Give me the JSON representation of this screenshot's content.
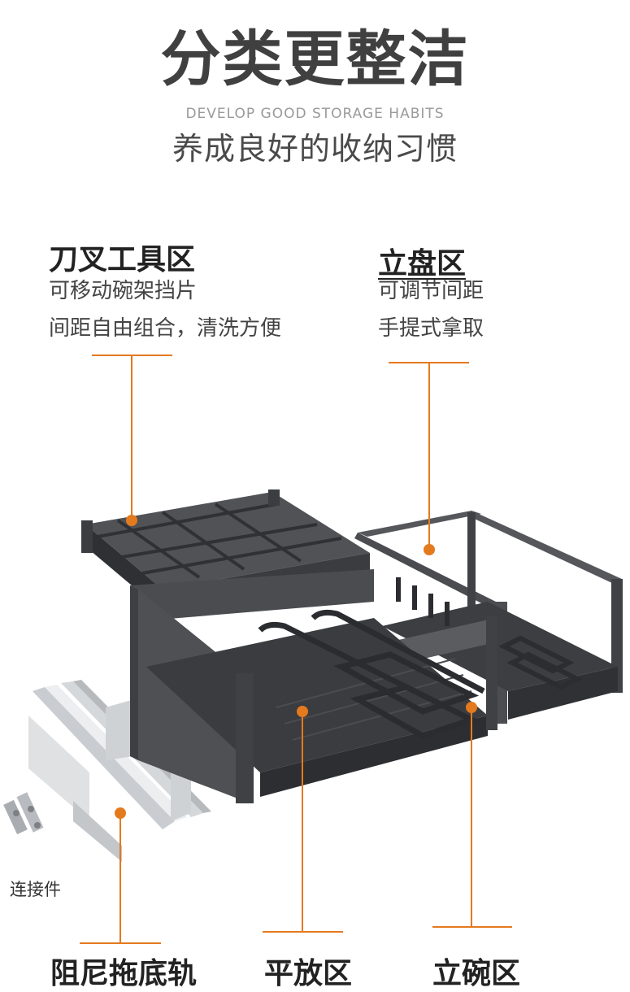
{
  "header": {
    "title": "分类更整洁",
    "subtitle_en": "DEVELOP GOOD STORAGE HABITS",
    "subtitle_cn": "养成良好的收纳习惯"
  },
  "zones": {
    "knife_fork": {
      "title": "刀叉工具区",
      "lines": [
        "可移动碗架挡片",
        "间距自由组合，清洗方便"
      ]
    },
    "plate": {
      "title": "立盘区",
      "lines": [
        "可调节间距",
        "手提式拿取"
      ]
    },
    "rail": {
      "title": "阻尼拖底轨"
    },
    "flat": {
      "title": "平放区"
    },
    "bowl": {
      "title": "立碗区"
    }
  },
  "connector_label": "连接件",
  "colors": {
    "accent": "#e47a1e",
    "frame": "#4a4c50",
    "frame_dark": "#35373a",
    "frame_light": "#626468",
    "rail_metal": "#d6d8db"
  }
}
